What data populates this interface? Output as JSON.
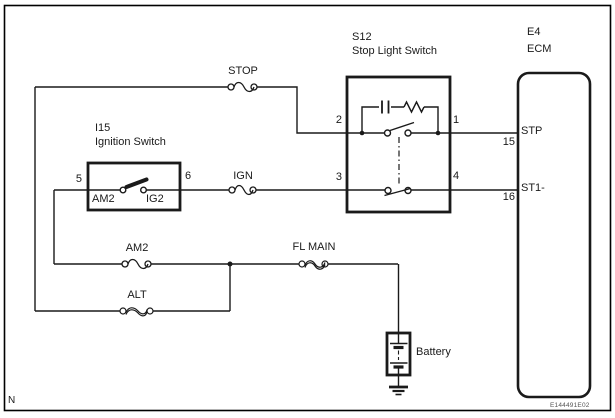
{
  "page": {
    "marker": "N",
    "figure_code": "E144491E02"
  },
  "fuses": {
    "stop": "STOP",
    "ign": "IGN",
    "am2": "AM2",
    "alt": "ALT",
    "fl_main": "FL MAIN"
  },
  "stop_light_switch": {
    "id": "S12",
    "name": "Stop Light Switch",
    "pin1": "1",
    "pin2": "2",
    "pin3": "3",
    "pin4": "4"
  },
  "ignition_switch": {
    "id": "I15",
    "name": "Ignition Switch",
    "pin5": "5",
    "pin6": "6",
    "contact_am2": "AM2",
    "contact_ig2": "IG2"
  },
  "ecm": {
    "id": "E4",
    "name": "ECM",
    "pin15": "15",
    "pin16": "16",
    "signal_stp": "STP",
    "signal_st1": "ST1-"
  },
  "battery": {
    "label": "Battery"
  },
  "colors": {
    "line": "#1a1a1a",
    "background": "#ffffff"
  }
}
